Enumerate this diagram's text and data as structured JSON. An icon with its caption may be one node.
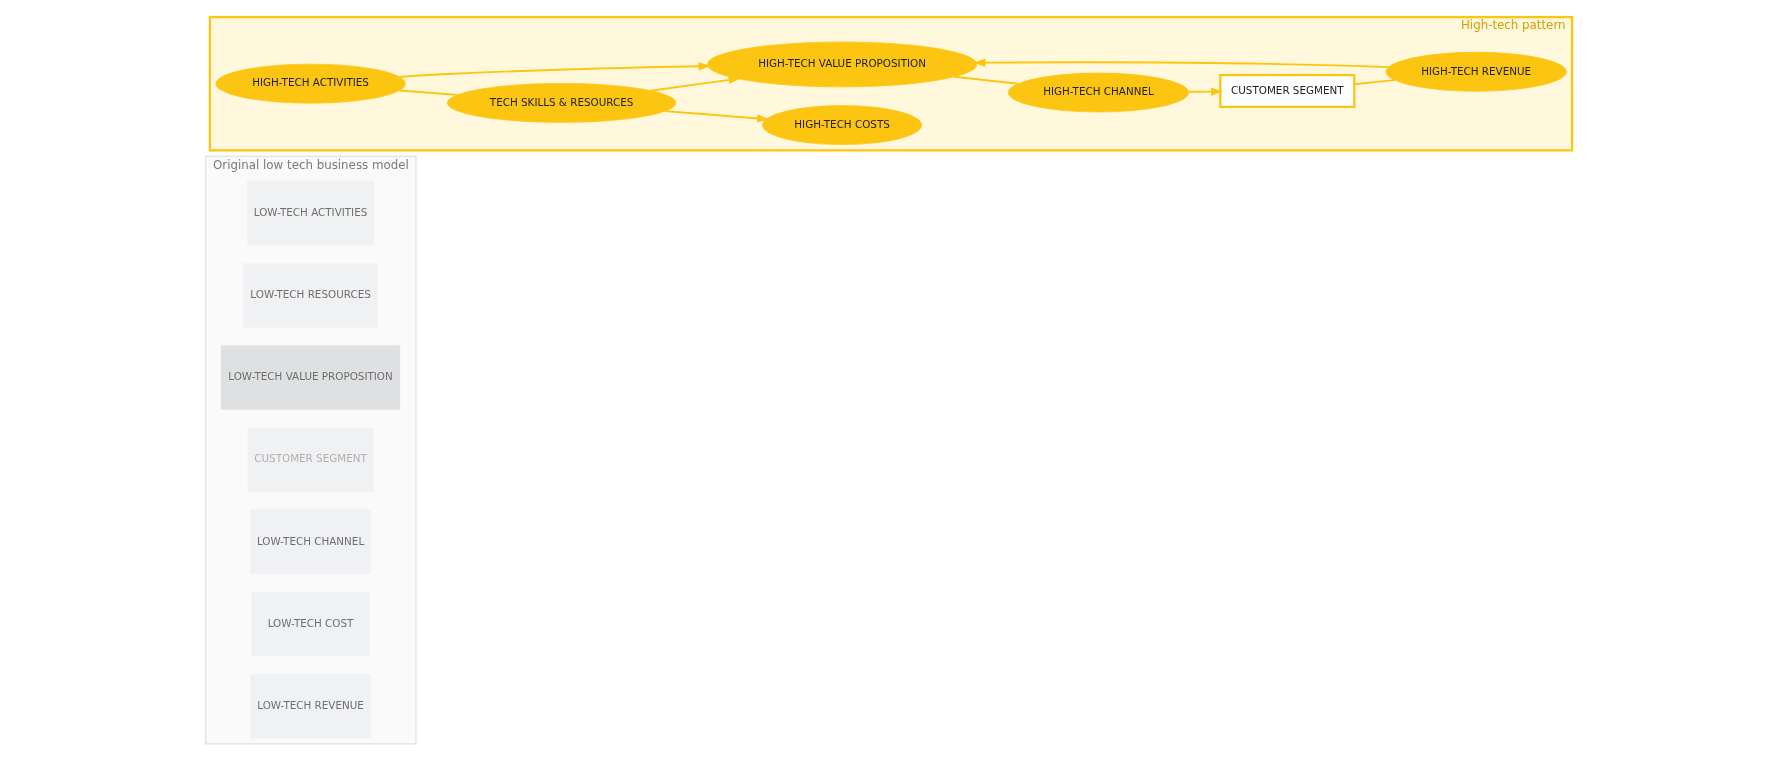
{
  "diagram": {
    "nodes": [
      {
        "text": [
          "Original low tech business model"
        ]
      },
      {
        "text": [
          "LOW-TECH ACTIVITIES"
        ],
        "in": 0
      },
      {
        "text": [
          "LOW-TECH RESOURCES"
        ],
        "in": 0
      },
      {
        "text": [
          "LOW-TECH VALUE PROPOSITION"
        ],
        "in": 0
      },
      {
        "text": [
          "CUSTOMER SEGMENT"
        ],
        "in": 0
      },
      {
        "text": [
          "LOW-TECH CHANNEL"
        ],
        "in": 0
      },
      {
        "text": [
          "LOW-TECH COST"
        ],
        "in": 0
      },
      {
        "text": [
          "LOW-TECH REVENUE"
        ],
        "in": 0
      },
      {
        "text": [
          "High-tech pattern"
        ]
      },
      {
        "text": [
          "HIGH-TECH ACTIVITIES"
        ],
        "in": 8
      },
      {
        "text": [
          "TECH SKILLS & RESOURCES"
        ],
        "in": 8
      },
      {
        "text": [
          "HIGH-TECH COSTS"
        ],
        "in": 8
      },
      {
        "text": [
          "HIGH-TECH VALUE PROPOSITION"
        ],
        "in": 8
      },
      {
        "text": [
          "CUSTOMER SEGMENT"
        ],
        "in": 8
      },
      {
        "text": [
          "HIGH-TECH CHANNEL"
        ],
        "in": 8
      },
      {
        "text": [
          "HIGH-TECH REVENUE"
        ],
        "in": 8
      }
    ],
    "edges": [
      {
        "from": 9,
        "to": 12,
        "arrow": "to"
      },
      {
        "from": 9,
        "to": 10,
        "arrow": "none"
      },
      {
        "from": 10,
        "to": 11,
        "arrow": "to"
      },
      {
        "from": 10,
        "to": 12,
        "arrow": "to"
      },
      {
        "from": 12,
        "to": 14,
        "arrow": "none"
      },
      {
        "from": 14,
        "to": 13,
        "arrow": "to"
      },
      {
        "from": 13,
        "to": 15,
        "arrow": "none"
      },
      {
        "from": 15,
        "to": 12,
        "arrow": "to"
      }
    ]
  }
}
